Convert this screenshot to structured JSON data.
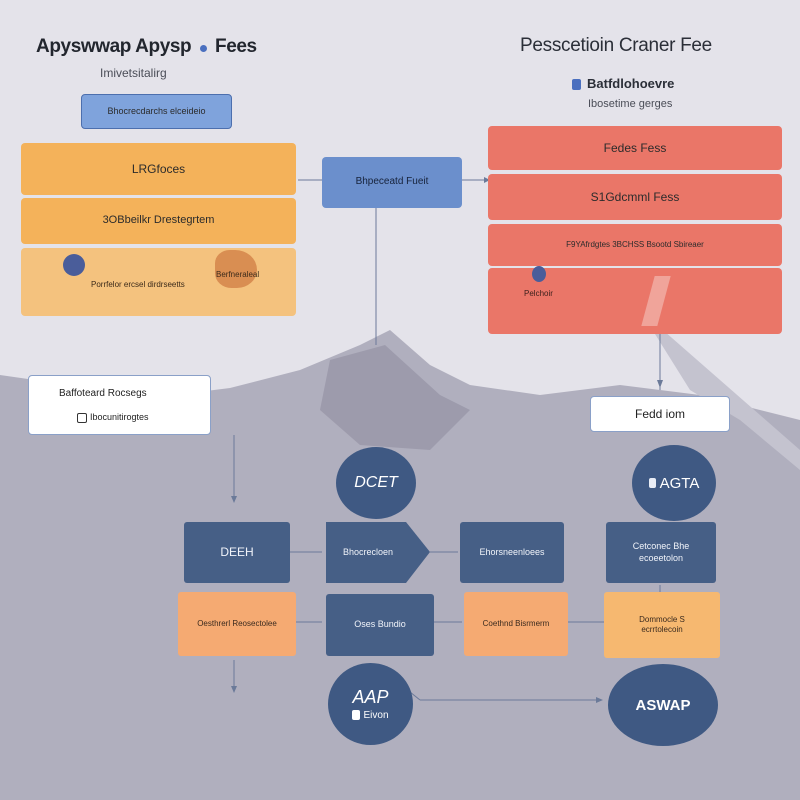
{
  "titles": {
    "left": "Apyswwap Apysp",
    "left_suffix": "Fees",
    "left_sub": "Imivetsitalirg",
    "right": "Pesscetioin Craner Fee",
    "right_sub_label": "Batfdlohoevre",
    "right_sub2": "Ibosetime gerges"
  },
  "left_panel": {
    "top_label": "Bhocrecdarchs elceideio",
    "row1": "LRGfoces",
    "row2": "3OBbeilkr Drestegrtem",
    "row3_tag": "Berfneraleal",
    "row3_text": "Porrfelor ercsel dirdrseetts"
  },
  "center_box": "Bhpeceatd Fueit",
  "right_panel": {
    "row1": "Fedes Fess",
    "row2": "S1Gdcmml Fess",
    "row3": "F9YAfrdgtes 3BCHSS Bsootd Sbireaer",
    "row4": "Pelchoir"
  },
  "left_note": {
    "line1": "Baffoteard Rocsegs",
    "line2": "Ibocunitirogtes"
  },
  "right_note": "Fedd iom",
  "circles": {
    "c1": "DCET",
    "c2": "AGTA",
    "c3": "AAP",
    "c3_sub": "Eivon",
    "c4": "ASWAP"
  },
  "flow": {
    "n1": "DEEH",
    "n2": "Bhocrecloen",
    "n3": "Ehorsneenloees",
    "n4": "Cetconec Bhe ecoeetolon",
    "p1": "Oesthrerl Reosectolee",
    "p2": "Oses Bundio",
    "p3": "Coethnd Bisrmerm",
    "p4": "Dommocle S ecrrtolecoin"
  },
  "colors": {
    "orange": "#f4b25a",
    "blue": "#6b8fcc",
    "red": "#ea7668",
    "navy": "#465f86",
    "peach": "#f5aa72"
  }
}
